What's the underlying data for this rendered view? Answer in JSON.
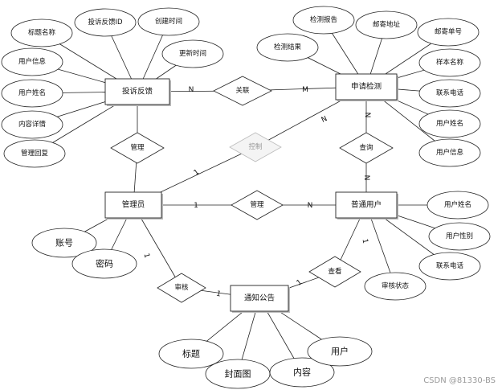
{
  "watermark": "CSDN @81330-BS",
  "entities": {
    "complaint": "投诉反馈",
    "application": "申请检测",
    "admin": "管理员",
    "user": "普通用户",
    "notice": "通知公告"
  },
  "relationships": {
    "associate": "关联",
    "manage_complaint": "管理",
    "control": "控制",
    "query": "查询",
    "manage_user": "管理",
    "review": "审核",
    "view": "查看"
  },
  "cardinalities": {
    "complaint_associate": "N",
    "associate_application": "M",
    "admin_control": "1",
    "control_application": "N",
    "application_query": "N",
    "query_user": "N",
    "admin_manage": "1",
    "manage_user": "N",
    "admin_review": "1",
    "review_notice": "1",
    "notice_view": "1",
    "view_user": "1"
  },
  "attributes": {
    "complaint": [
      "标题名称",
      "投诉反馈ID",
      "创建时间",
      "更新时间",
      "用户信息",
      "用户姓名",
      "内容详情",
      "管理回复"
    ],
    "application": [
      "检测报告",
      "邮寄地址",
      "邮寄单号",
      "检测结果",
      "样本名称",
      "联系电话",
      "用户姓名",
      "用户信息"
    ],
    "admin": [
      "账号",
      "密码"
    ],
    "user": [
      "用户姓名",
      "用户性别",
      "联系电话",
      "审核状态"
    ],
    "notice": [
      "标题",
      "封面图",
      "内容",
      "用户"
    ]
  }
}
